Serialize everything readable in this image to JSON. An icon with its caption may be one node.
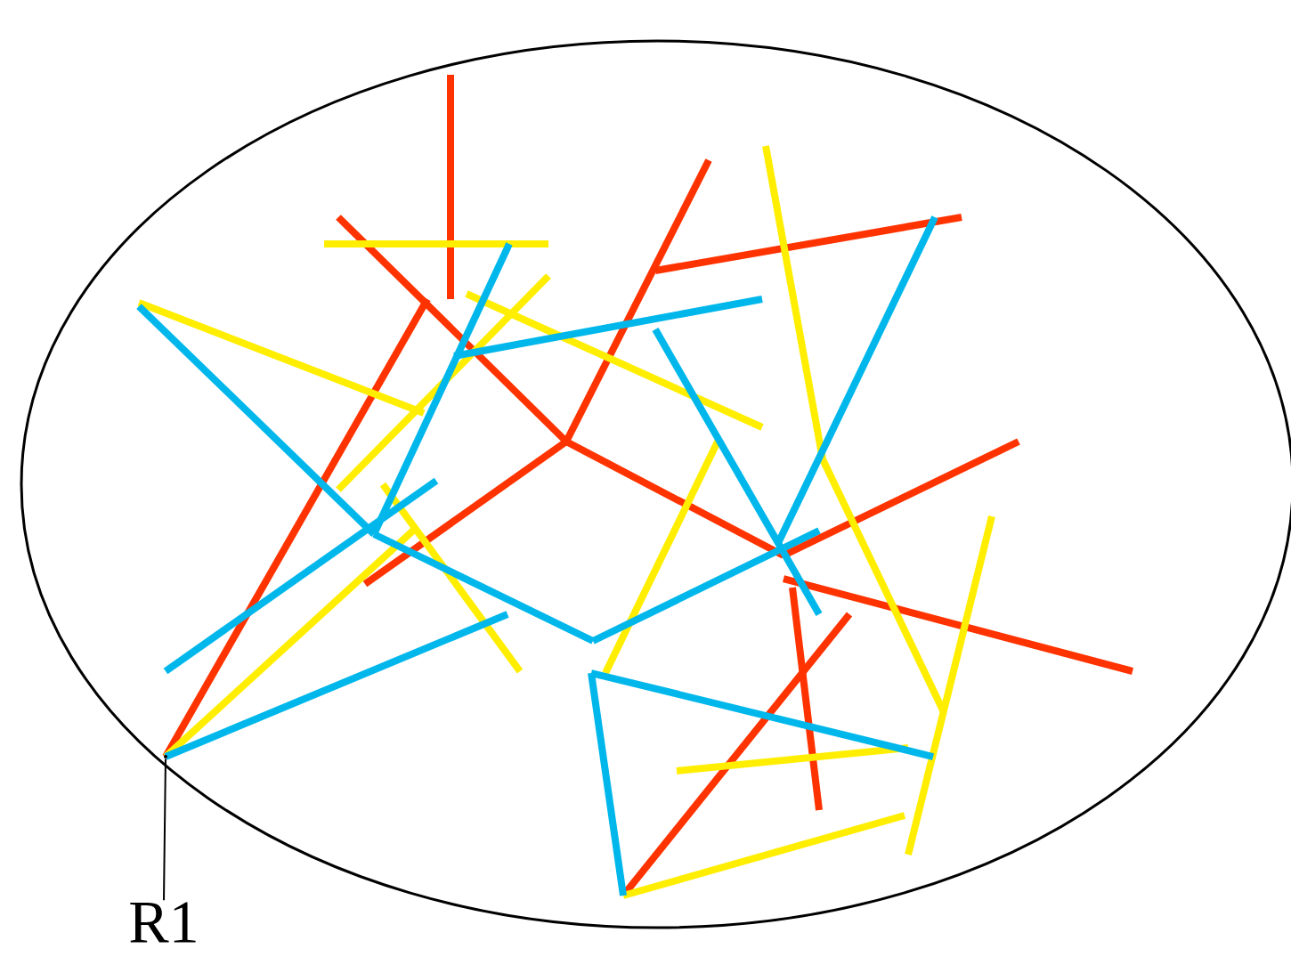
{
  "diagram": {
    "nodes": [
      {
        "text": [
          "R1"
        ]
      },
      {
        "text": [],
        "shape": "point"
      }
    ],
    "edges": [
      {
        "from": 0,
        "to": 1,
        "arrow": "none"
      }
    ]
  }
}
